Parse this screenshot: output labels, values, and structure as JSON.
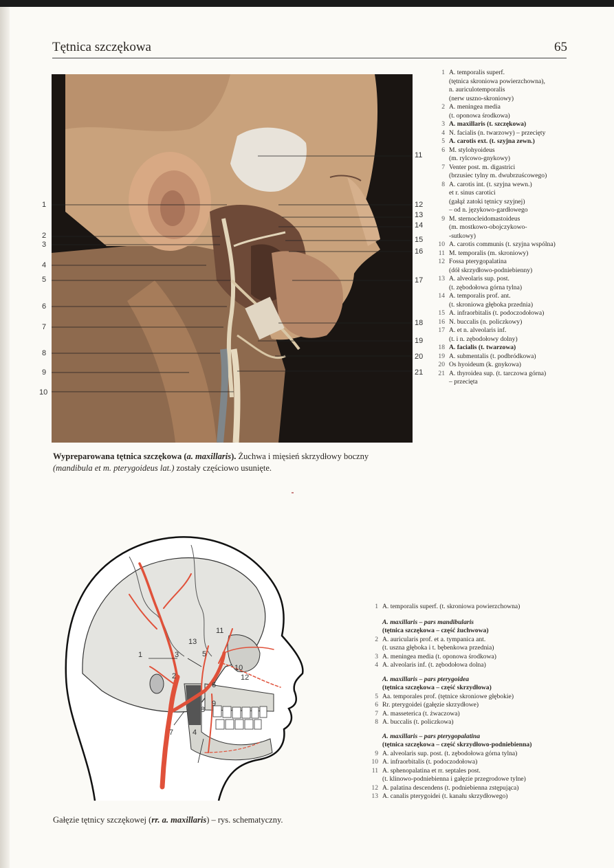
{
  "header": {
    "title": "Tętnica szczękowa",
    "page_number": "65"
  },
  "figure1": {
    "labels_left": [
      "1",
      "2",
      "3",
      "4",
      "5",
      "6",
      "7",
      "8",
      "9",
      "10"
    ],
    "labels_right": [
      "11",
      "12",
      "13",
      "14",
      "15",
      "16",
      "17",
      "18",
      "19",
      "20",
      "21"
    ],
    "caption": {
      "bold": "Wypreparowana tętnica szczękowa (",
      "bold_italic": "a. maxillaris",
      "bold_end": ").",
      "text1": " Żuchwa i mięsień skrzydłowy boczny",
      "italic": "(mandibula et m. pterygoideus lat.)",
      "text2": " zostały częściowo usunięte."
    }
  },
  "legend1": [
    {
      "num": "1",
      "lines": [
        "A. temporalis superf.",
        "(tętnica skroniowa powierzchowna),",
        "n. auriculotemporalis",
        "(nerw uszno-skroniowy)"
      ]
    },
    {
      "num": "2",
      "lines": [
        "A. meningea media",
        "(t. oponowa środkowa)"
      ]
    },
    {
      "num": "3",
      "lines": [
        "A. maxillaris (t. szczękowa)"
      ],
      "bold": true
    },
    {
      "num": "4",
      "lines": [
        "N. facialis (n. twarzowy) – przecięty"
      ]
    },
    {
      "num": "5",
      "lines": [
        "A. carotis ext. (t. szyjna zewn.)"
      ],
      "bold": true
    },
    {
      "num": "6",
      "lines": [
        "M. stylohyoideus",
        "(m. rylcowo-gnykowy)"
      ]
    },
    {
      "num": "7",
      "lines": [
        "Venter post. m. digastrici",
        "(brzusiec tylny m. dwubrzuścowego)"
      ]
    },
    {
      "num": "8",
      "lines": [
        "A. carotis int. (t. szyjna wewn.)",
        "et r. sinus carotici",
        "(gałąź zatoki tętnicy szyjnej)",
        "– od n. językowo-gardłowego"
      ]
    },
    {
      "num": "9",
      "lines": [
        "M. sternocleidomastoideus",
        "(m. mostkowo-obojczykowo-",
        "-sutkowy)"
      ]
    },
    {
      "num": "10",
      "lines": [
        "A. carotis communis (t. szyjna wspólna)"
      ]
    },
    {
      "num": "11",
      "lines": [
        "M. temporalis (m. skroniowy)"
      ]
    },
    {
      "num": "12",
      "lines": [
        "Fossa pterygopalatina",
        "(dół skrzydłowo-podniebienny)"
      ]
    },
    {
      "num": "13",
      "lines": [
        "A. alveolaris sup. post.",
        "(t. zębodołowa górna tylna)"
      ]
    },
    {
      "num": "14",
      "lines": [
        "A. temporalis prof. ant.",
        "(t. skroniowa głęboka przednia)"
      ]
    },
    {
      "num": "15",
      "lines": [
        "A. infraorbitalis (t. podoczodołowa)"
      ]
    },
    {
      "num": "16",
      "lines": [
        "N. buccalis (n. policzkowy)"
      ]
    },
    {
      "num": "17",
      "lines": [
        "A. et n. alveolaris inf.",
        "(t. i n. zębodołowy dolny)"
      ]
    },
    {
      "num": "18",
      "lines": [
        "A. facialis (t. twarzowa)"
      ],
      "bold": true
    },
    {
      "num": "19",
      "lines": [
        "A. submentalis (t. podbródkowa)"
      ]
    },
    {
      "num": "20",
      "lines": [
        "Os hyoideum (k. gnykowa)"
      ]
    },
    {
      "num": "21",
      "lines": [
        "A. thyroidea sup. (t. tarczowa górna)",
        "– przecięta"
      ]
    }
  ],
  "figure2": {
    "labels": [
      "1",
      "2",
      "3",
      "4",
      "5",
      "6",
      "7",
      "8",
      "9",
      "10",
      "11",
      "12",
      "13"
    ],
    "caption": {
      "text1": "Gałęzie tętnicy szczękowej (",
      "bold_italic": "rr. a. maxillaris",
      "text2": ") – rys. schematyczny."
    }
  },
  "legend2": {
    "item1": {
      "num": "1",
      "text": "A. temporalis superf. (t. skroniowa powierzchowna)"
    },
    "group1_title": [
      "A. maxillaris – pars mandibularis",
      "(tętnica szczękowa – część żuchwowa)"
    ],
    "group1": [
      {
        "num": "2",
        "lines": [
          "A. auricularis prof. et a. tympanica ant.",
          "(t. uszna głęboka i t. bębenkowa przednia)"
        ]
      },
      {
        "num": "3",
        "lines": [
          "A. meningea media (t. oponowa środkowa)"
        ]
      },
      {
        "num": "4",
        "lines": [
          "A. alveolaris inf. (t. zębodołowa dolna)"
        ]
      }
    ],
    "group2_title": [
      "A. maxillaris – pars pterygoidea",
      "(tętnica szczękowa – część skrzydłowa)"
    ],
    "group2": [
      {
        "num": "5",
        "lines": [
          "Aa. temporales prof. (tętnice skroniowe głębokie)"
        ]
      },
      {
        "num": "6",
        "lines": [
          "Rr. pterygoidei (gałęzie skrzydłowe)"
        ]
      },
      {
        "num": "7",
        "lines": [
          "A. masseterica (t. żwaczowa)"
        ]
      },
      {
        "num": "8",
        "lines": [
          "A. buccalis (t. policzkowa)"
        ]
      }
    ],
    "group3_title": [
      "A. maxillaris – pars pterygopalatina",
      "(tętnica szczękowa – część skrzydłowo-podniebienna)"
    ],
    "group3": [
      {
        "num": "9",
        "lines": [
          "A. alveolaris sup. post. (t. zębodołowa górna tylna)"
        ]
      },
      {
        "num": "10",
        "lines": [
          "A. infraorbitalis (t. podoczodołowa)"
        ]
      },
      {
        "num": "11",
        "lines": [
          "A. sphenopalatina et rr. septales post.",
          "(t. klinowo-podniebienna i gałęzie przegrodowe tylne)"
        ]
      },
      {
        "num": "12",
        "lines": [
          "A. palatina descendens (t. podniebienna zstępująca)"
        ]
      },
      {
        "num": "13",
        "lines": [
          "A. canalis pterygoidei (t. kanału skrzydłowego)"
        ]
      }
    ]
  }
}
